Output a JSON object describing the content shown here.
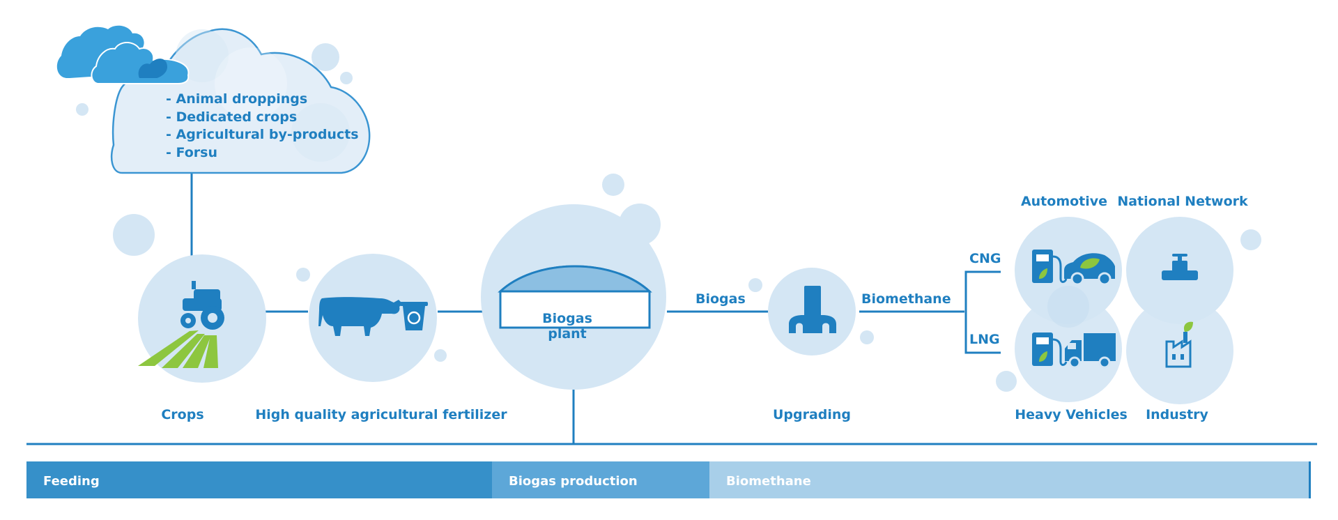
{
  "sources": {
    "items": [
      "- Animal droppings",
      "- Dedicated crops",
      "- Agricultural by-products",
      "- Forsu"
    ]
  },
  "nodes": {
    "crops": "Crops",
    "fertilizer": "High quality agricultural fertilizer",
    "plant": "Biogas plant",
    "upgrading": "Upgrading"
  },
  "flows": {
    "biogas": "Biogas",
    "biomethane": "Biomethane",
    "cng": "CNG",
    "lng": "LNG"
  },
  "uses": {
    "automotive": "Automotive",
    "national_network": "National Network",
    "heavy_vehicles": "Heavy Vehicles",
    "industry": "Industry"
  },
  "phases": {
    "feeding": "Feeding",
    "biogas_production": "Biogas production",
    "biomethane": "Biomethane"
  },
  "colors": {
    "primary": "#1f7fc0",
    "bubble": "#d4e6f4",
    "cloud_fill": "#3aa1dc",
    "green": "#8dc63f",
    "phase_feeding": "#3690c9",
    "phase_production": "#5da7d8",
    "phase_biomethane": "#a8cfe9"
  },
  "icons": [
    "cloud-icon",
    "tractor-icon",
    "field-icon",
    "cow-icon",
    "recycle-bin-icon",
    "biodigester-icon",
    "upgrader-icon",
    "fuel-pump-icon",
    "eco-car-icon",
    "truck-icon",
    "pipeline-valve-icon",
    "factory-icon"
  ]
}
